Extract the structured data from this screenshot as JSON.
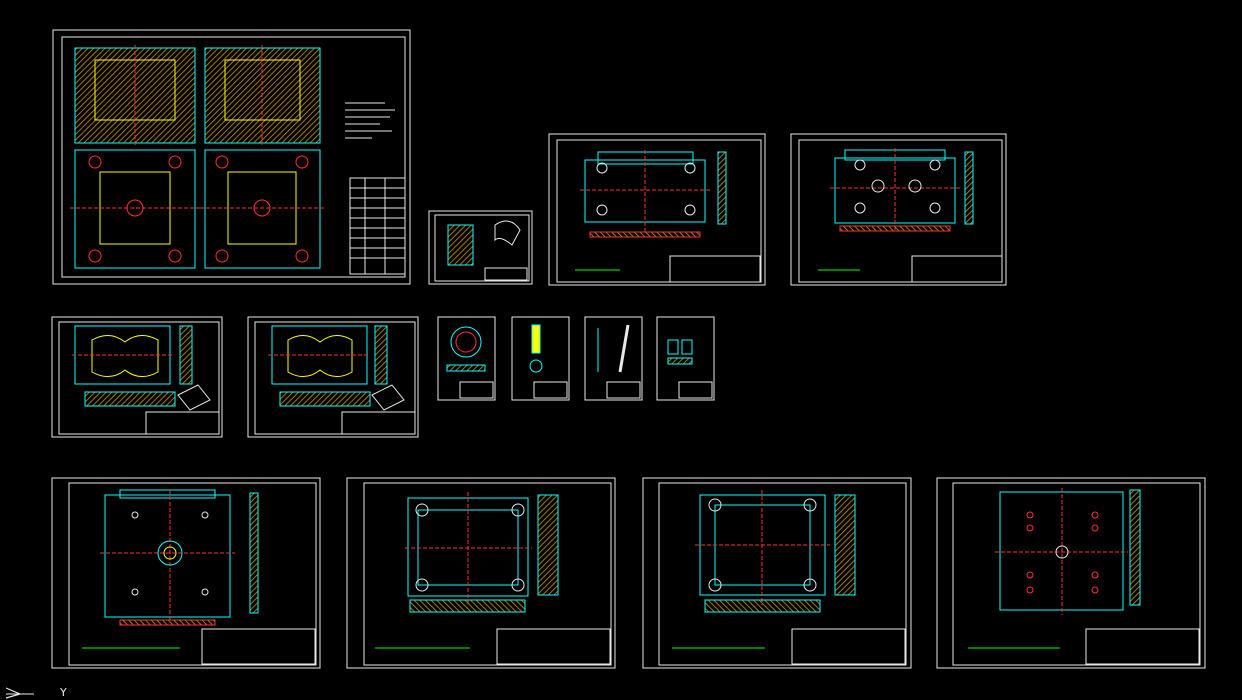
{
  "app": {
    "viewport": "model-space"
  },
  "ucs": {
    "x_axis_label": "Y"
  },
  "colors": {
    "background": "#000000",
    "border": "#e8e8e8",
    "cyan": "#00ffff",
    "green": "#00ff00",
    "yellow": "#ffff00",
    "red": "#ff3030",
    "magenta": "#ff40ff",
    "hatch": "#d8a000"
  },
  "sheets": [
    {
      "id": "assembly",
      "kind": "assembly"
    },
    {
      "id": "part-small-1",
      "kind": "part-small"
    },
    {
      "id": "plate-a",
      "kind": "plate-large"
    },
    {
      "id": "plate-b",
      "kind": "plate-large"
    },
    {
      "id": "cavity-1",
      "kind": "cavity"
    },
    {
      "id": "cavity-2",
      "kind": "cavity"
    },
    {
      "id": "ring",
      "kind": "tiny"
    },
    {
      "id": "sprue",
      "kind": "tiny"
    },
    {
      "id": "pin",
      "kind": "tiny"
    },
    {
      "id": "block",
      "kind": "tiny"
    },
    {
      "id": "plate-c",
      "kind": "plate-xl"
    },
    {
      "id": "plate-d",
      "kind": "plate-xl"
    },
    {
      "id": "plate-e",
      "kind": "plate-xl"
    },
    {
      "id": "plate-f",
      "kind": "plate-xl"
    }
  ]
}
